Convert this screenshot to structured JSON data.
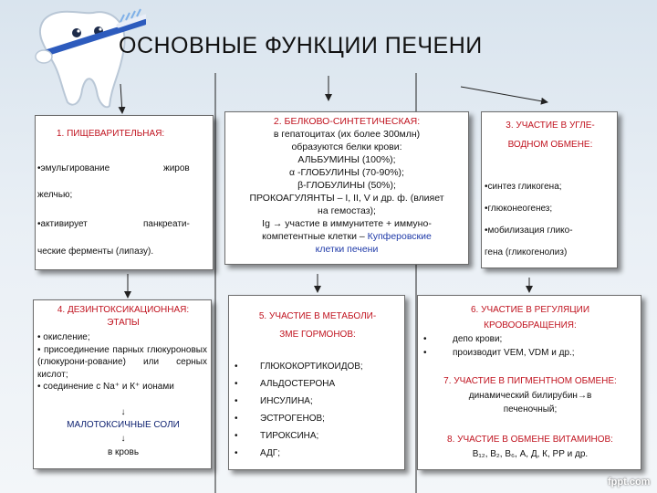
{
  "title": "ОСНОВНЫЕ ФУНКЦИИ ПЕЧЕНИ",
  "box1": {
    "heading": "1. ПИЩЕВАРИТЕЛЬНАЯ:",
    "line1a": "•эмульгирование",
    "line1b": "жиров",
    "line2": "желчью;",
    "line3a": "•активирует",
    "line3b": "панкреати-",
    "line4": "ческие ферменты (липазу)."
  },
  "box2": {
    "heading": "2. БЕЛКОВО-СИНТЕТИЧЕСКАЯ:",
    "l1": "в гепатоцитах (их более 300млн)",
    "l2": "образуются белки крови:",
    "l3": "АЛЬБУМИНЫ (100%);",
    "l4": "α -ГЛОБУЛИНЫ (70-90%);",
    "l5": "β-ГЛОБУЛИНЫ (50%);",
    "l6": "ПРОКОАГУЛЯНТЫ – I, II, V и др. ф. (влияет",
    "l7": "на гемостаз);",
    "l8a": "Ig",
    "l8b": "участие в иммунитете + иммуно-",
    "l9a": "компетентные клетки – ",
    "l9b": "Купферовские",
    "l10": "клетки печени"
  },
  "box3": {
    "heading1": "3. УЧАСТИЕ В УГЛЕ-",
    "heading2": "ВОДНОМ ОБМЕНЕ:",
    "i1": "•синтез гликогена;",
    "i2": "•глюконеогенез;",
    "i3": "•мобилизация глико-",
    "i4": "гена (гликогенолиз)"
  },
  "box4": {
    "heading1": "4. ДЕЗИНТОКСИКАЦИОННАЯ:",
    "heading2": "ЭТАПЫ",
    "i1": "• окисление;",
    "i2": "• присоединение парных глюкуроновых (глюкурони-рование) или серных кислот;",
    "i3": "• соединение с Na⁺ и К⁺ ионами",
    "result": "МАЛОТОКСИЧНЫЕ СОЛИ",
    "dest": "в кровь"
  },
  "box5": {
    "heading1": "5. УЧАСТИЕ В МЕТАБОЛИ-",
    "heading2": "ЗМЕ ГОРМОНОВ:",
    "items": [
      "ГЛЮКОКОРТИКОИДОВ;",
      "АЛЬДОСТЕРОНА",
      "ИНСУЛИНА;",
      "ЭСТРОГЕНОВ;",
      "ТИРОКСИНА;",
      "АДГ;"
    ]
  },
  "box6": {
    "heading1": "6. УЧАСТИЕ В РЕГУЛЯЦИИ",
    "heading2": "КРОВООБРАЩЕНИЯ:",
    "i1": "депо крови;",
    "i2": "производит VEM, VDM и др.;",
    "h7": "7. УЧАСТИЕ В ПИГМЕНТНОМ ОБМЕНЕ:",
    "p7a": "динамический билирубин",
    "p7b": "в",
    "p7c": "печеночный;",
    "h8": "8. УЧАСТИЕ В ОБМЕНЕ ВИТАМИНОВ:",
    "p8": "B₁₂, B₂, B₆, А, Д, К, РР и др."
  },
  "watermark": "fppt.com"
}
